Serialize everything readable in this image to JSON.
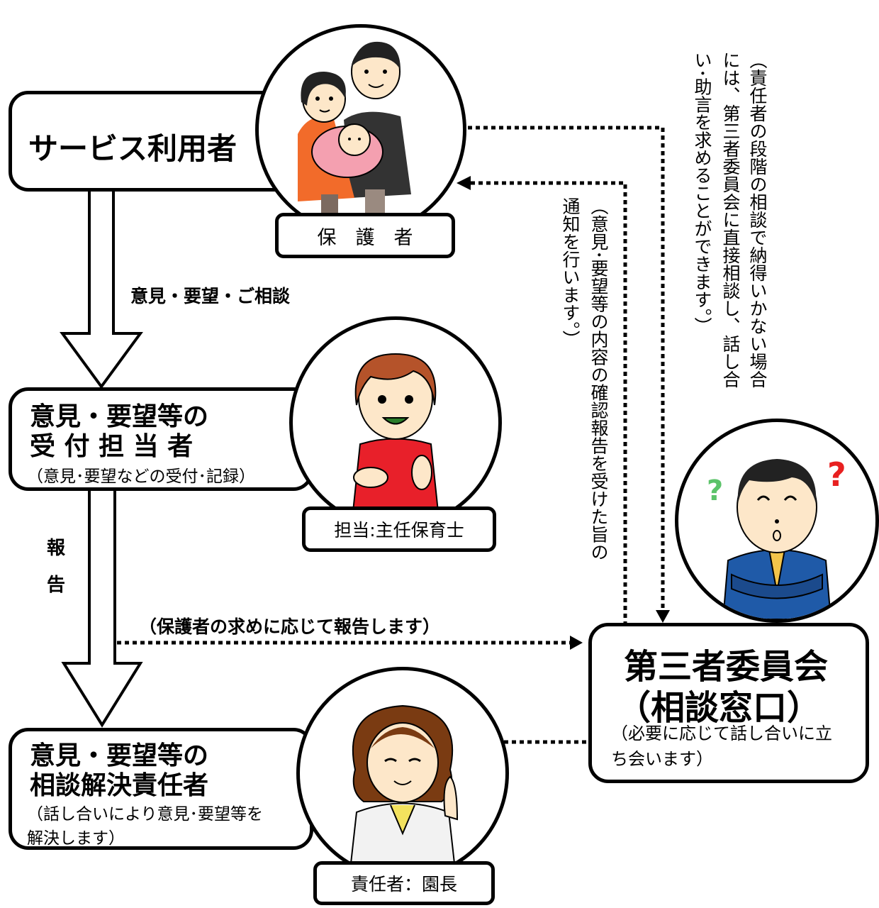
{
  "nodes": {
    "user": {
      "title": "サービス利用者",
      "tag": "保　護　者"
    },
    "reception": {
      "title_line1": "意見・要望等の",
      "title_line2": "受 付 担 当 者",
      "note": "（意見･要望などの受付･記録）",
      "tag": "担当:主任保育士"
    },
    "resolver": {
      "title_line1": "意見・要望等の",
      "title_line2": "相談解決責任者",
      "note_line1": "（話し合いにより意見･要望等を",
      "note_line2": "解決します）",
      "tag": "責任者：園長"
    },
    "committee": {
      "title_line1": "第三者委員会",
      "title_line2": "（相談窓口）",
      "note_line1": "（必要に応じて話し合いに立",
      "note_line2": "ち会います）"
    }
  },
  "edges": {
    "opinions": "意見・要望・ご相談",
    "report_char1": "報",
    "report_char2": "告",
    "report_on_request": "（保護者の求めに応じて報告します）",
    "notify_line1": "（意見･要望等の内容の確認報告を受けた旨の",
    "notify_line2": "通知を行います。）",
    "direct_line1": "（責任者の段階の相談で納得いかない場合",
    "direct_line2": "には、第三者委員会に直接相談し、話し合",
    "direct_line3": "い･助言を求めることができます。）"
  },
  "colors": {
    "border": "#000000",
    "skin": "#fde7c9",
    "mother_top": "#f26b2a",
    "baby_wrap": "#f4a0b0",
    "father_top": "#333333",
    "staff_shirt": "#e8202a",
    "suit": "#1f5aa8",
    "question_green": "#5cc36a",
    "question_red": "#e82020",
    "hair_brown": "#7a3b12",
    "coat": "#f2f2f2"
  },
  "icons": {
    "family": "family-illustration-icon",
    "staff": "staff-woman-illustration-icon",
    "man": "thinking-man-illustration-icon",
    "director": "director-woman-illustration-icon"
  }
}
